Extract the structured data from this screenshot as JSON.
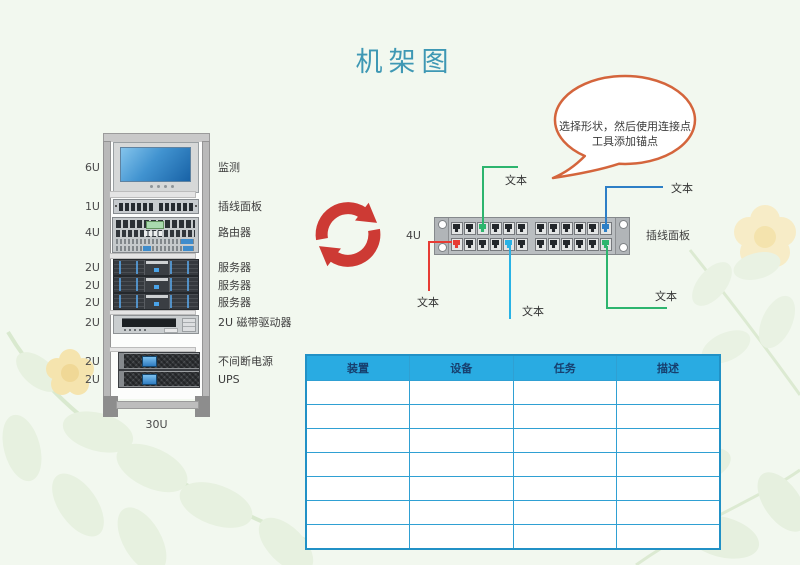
{
  "title": "机架图",
  "rack": {
    "bottom_label": "30U",
    "units": [
      {
        "size": "6U",
        "label": "监测",
        "type": "monitor"
      },
      {
        "size": "1U",
        "label": "插线面板",
        "type": "patch-panel"
      },
      {
        "size": "4U",
        "label": "路由器",
        "type": "router"
      },
      {
        "size": "2U",
        "label": "服务器",
        "type": "server"
      },
      {
        "size": "2U",
        "label": "服务器",
        "type": "server"
      },
      {
        "size": "2U",
        "label": "服务器",
        "type": "server"
      },
      {
        "size": "2U",
        "label": "2U 磁带驱动器",
        "type": "tape-drive"
      },
      {
        "size": "2U",
        "label": "不间断电源",
        "type": "ups"
      },
      {
        "size": "2U",
        "label": "UPS",
        "type": "ups"
      }
    ]
  },
  "callout": {
    "text": "选择形状，然后使用连接点工具添加锚点",
    "border_color": "#d4653c"
  },
  "sync_arrows": {
    "color": "#cd3a34"
  },
  "patch_panel": {
    "size_label": "4U",
    "name_label": "插线面板",
    "rows": 2,
    "ports_per_row": 12,
    "highlighted_ports": [
      {
        "row": 0,
        "index": 2,
        "color": "#2db56e"
      },
      {
        "row": 0,
        "index": 11,
        "color": "#2e7fc6"
      },
      {
        "row": 1,
        "index": 0,
        "color": "#e73c34"
      },
      {
        "row": 1,
        "index": 4,
        "color": "#29b2e5"
      },
      {
        "row": 1,
        "index": 11,
        "color": "#2db56e"
      }
    ]
  },
  "connectors": [
    {
      "label": "文本",
      "color": "#2db56e",
      "position": "top-left-green"
    },
    {
      "label": "文本",
      "color": "#2e7fc6",
      "position": "top-right-blue"
    },
    {
      "label": "文本",
      "color": "#e73c34",
      "position": "bottom-left-red"
    },
    {
      "label": "文本",
      "color": "#29b2e5",
      "position": "bottom-center-cyan"
    },
    {
      "label": "文本",
      "color": "#2db56e",
      "position": "bottom-right-green"
    }
  ],
  "table": {
    "headers": [
      "装置",
      "设备",
      "任务",
      "描述"
    ],
    "empty_rows": 7,
    "header_bg": "#29abe2",
    "border_color": "#2fa0d3"
  },
  "colors": {
    "background": "#f2f8ef",
    "title": "#3e98b4"
  }
}
